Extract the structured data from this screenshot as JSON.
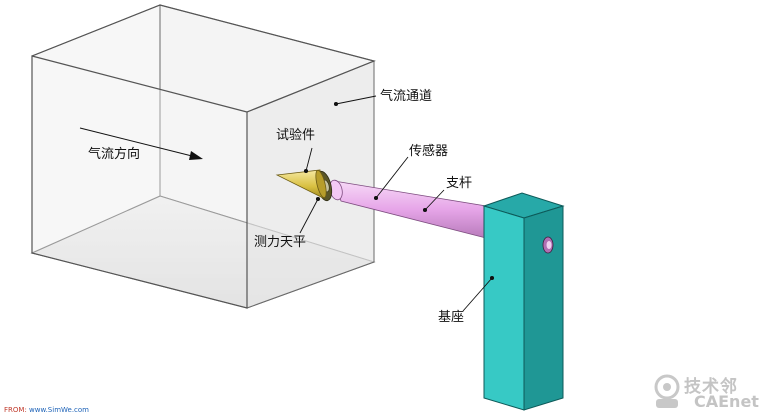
{
  "labels": {
    "flow_channel": "气流通道",
    "flow_direction": "气流方向",
    "test_piece": "试验件",
    "sensor": "传感器",
    "support_rod": "支杆",
    "balance": "测力天平",
    "base": "基座"
  },
  "source": {
    "prefix": "FROM:",
    "url": "www.SimWe.com"
  },
  "watermark": {
    "cn": "技术邻",
    "en": "CAEnet"
  },
  "colors": {
    "box_edge": "#555555",
    "rod": "#f0b6f0",
    "cone": "#e8d35a",
    "base": "#35c4c0",
    "base_top": "#2fa7a6",
    "base_side": "#1f8b89"
  }
}
